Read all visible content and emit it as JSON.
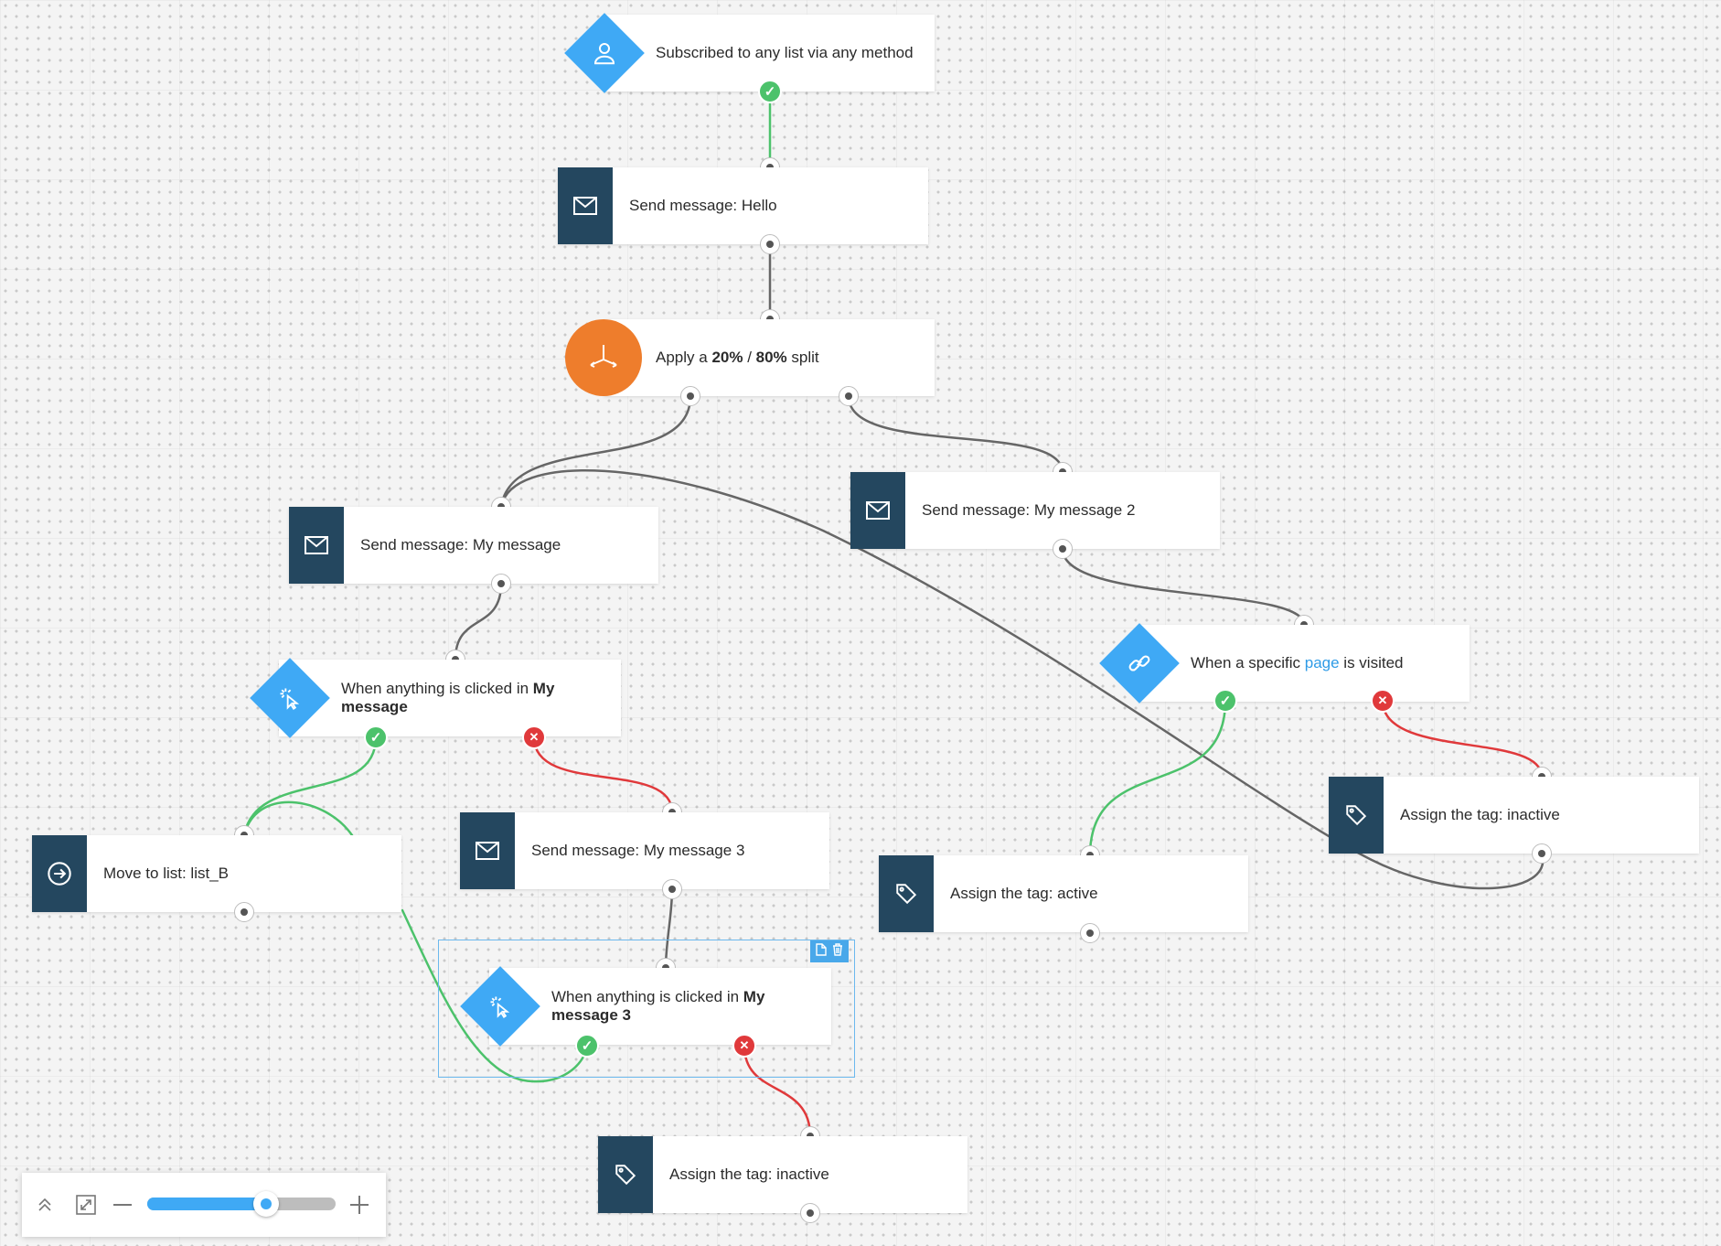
{
  "nodes": {
    "trigger": {
      "text": "Subscribed to any list via any method"
    },
    "send_hello": {
      "text": "Send message: Hello"
    },
    "split": {
      "prefix": "Apply a ",
      "a": "20%",
      "sep": " / ",
      "b": "80%",
      "suffix": " split"
    },
    "send_my_message": {
      "text": "Send message: My message"
    },
    "send_my_message_2": {
      "text": "Send message: My message 2"
    },
    "click_my_message": {
      "prefix": "When anything is clicked in ",
      "bold": "My message"
    },
    "page_visited": {
      "prefix": "When a specific ",
      "link": "page",
      "suffix": " is visited"
    },
    "move_to_list": {
      "text": "Move to list: list_B"
    },
    "send_my_message_3": {
      "text": "Send message: My message 3"
    },
    "tag_active": {
      "text": "Assign the tag: active"
    },
    "tag_inactive_right": {
      "text": "Assign the tag: inactive"
    },
    "click_my_message_3": {
      "prefix": "When anything is clicked in ",
      "bold": "My message 3"
    },
    "tag_inactive_bottom": {
      "text": "Assign the tag: inactive"
    }
  },
  "selection_tools": {
    "copy_icon": "copy-icon",
    "delete_icon": "trash-icon"
  },
  "zoom": {
    "level": 0.63,
    "collapse_icon": "collapse-up-icon",
    "fit_icon": "fit-screen-icon",
    "minus_icon": "minus-icon",
    "plus_icon": "plus-icon"
  },
  "colors": {
    "canvas": "#f4f4f4",
    "action": "#24475f",
    "condition": "#3fa9f5",
    "split": "#ee7d2c",
    "yes": "#4cc26b",
    "no": "#e0393b",
    "link": "#2f9be6"
  }
}
